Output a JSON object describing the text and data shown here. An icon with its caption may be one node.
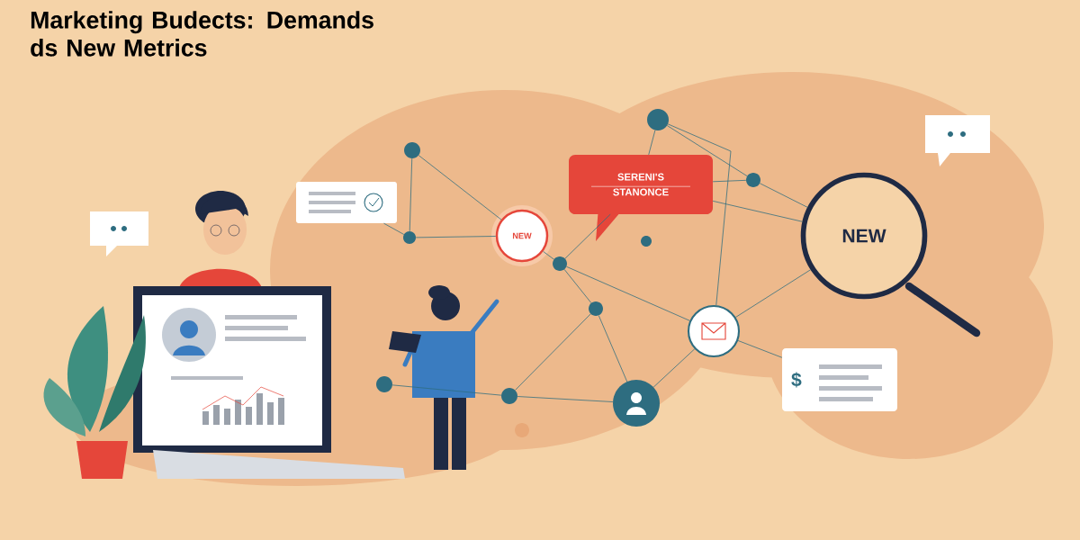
{
  "diagram": {
    "title": "Marketing Budects: Demands ds New Metrics",
    "nodes": [
      {
        "text": [],
        "shape": "box"
      },
      {
        "text": [],
        "shape": "circle"
      },
      {
        "text": [],
        "shape": "circle"
      },
      {
        "text": [
          "NEW"
        ]
      },
      {
        "text": [
          "SERENI'S",
          "STANONCE"
        ]
      },
      {
        "text": [],
        "shape": "circle"
      },
      {
        "text": [],
        "shape": "circle"
      },
      {
        "text": [],
        "shape": "circle"
      },
      {
        "text": [],
        "shape": "circle"
      },
      {
        "text": [
          "NEW"
        ]
      },
      {
        "text": [],
        "shape": "circle"
      },
      {
        "text": [],
        "shape": "circle"
      },
      {
        "text": [],
        "shape": "circle"
      },
      {
        "text": [],
        "shape": "circle"
      },
      {
        "text": [],
        "shape": "circle"
      },
      {
        "text": [
          "$"
        ]
      }
    ],
    "edges": [
      {
        "from": 0,
        "to": 2,
        "arrow": "none"
      },
      {
        "from": 1,
        "to": 2,
        "arrow": "none"
      },
      {
        "from": 1,
        "to": 3,
        "arrow": "none"
      },
      {
        "from": 2,
        "to": 3,
        "arrow": "none"
      },
      {
        "from": 3,
        "to": 6,
        "arrow": "none"
      },
      {
        "from": 6,
        "to": 4,
        "arrow": "none"
      },
      {
        "from": 6,
        "to": 10,
        "arrow": "none"
      },
      {
        "from": 6,
        "to": 11,
        "arrow": "none"
      },
      {
        "from": 5,
        "to": 4,
        "arrow": "none"
      },
      {
        "from": 5,
        "to": 8,
        "arrow": "none"
      },
      {
        "from": 5,
        "to": 11,
        "arrow": "none"
      },
      {
        "from": 4,
        "to": 8,
        "arrow": "none"
      },
      {
        "from": 8,
        "to": 9,
        "arrow": "none"
      },
      {
        "from": 4,
        "to": 9,
        "arrow": "none"
      },
      {
        "from": 11,
        "to": 9,
        "arrow": "none"
      },
      {
        "from": 11,
        "to": 14,
        "arrow": "none"
      },
      {
        "from": 11,
        "to": 15,
        "arrow": "none"
      },
      {
        "from": 10,
        "to": 14,
        "arrow": "none"
      },
      {
        "from": 10,
        "to": 13,
        "arrow": "none"
      },
      {
        "from": 13,
        "to": 14,
        "arrow": "none"
      },
      {
        "from": 12,
        "to": 13,
        "arrow": "none"
      }
    ]
  }
}
